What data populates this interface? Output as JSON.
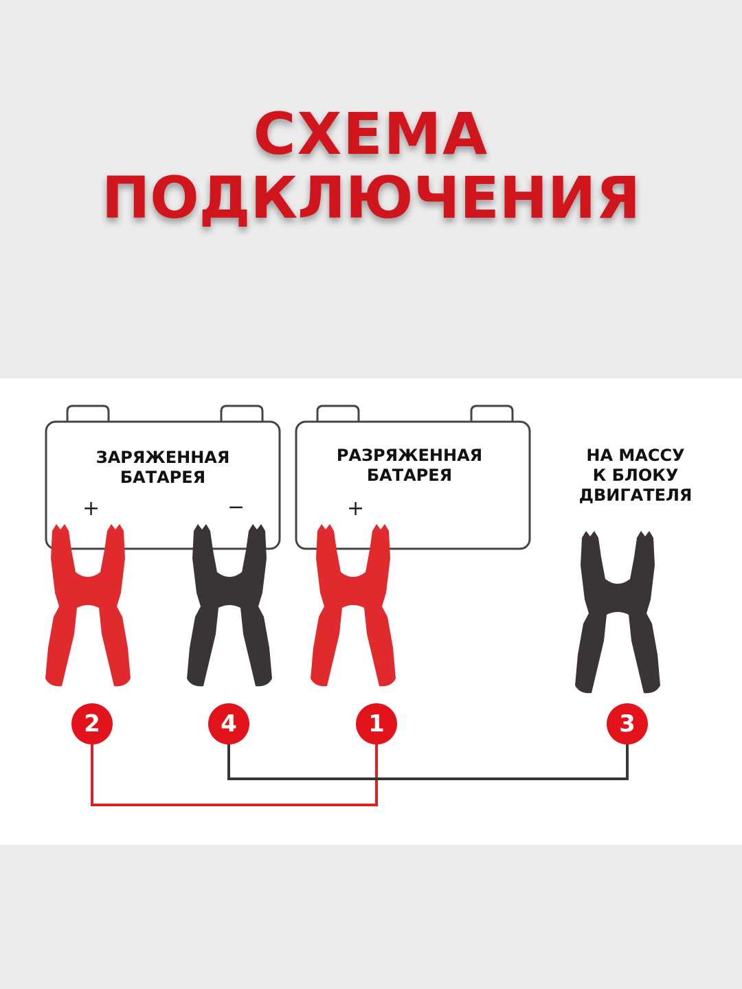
{
  "title": {
    "line1": "СХЕМА",
    "line2": "ПОДКЛЮЧЕНИЯ"
  },
  "colors": {
    "title_red": "#d0161c",
    "clamp_red": "#e02a2e",
    "clamp_black": "#3a3435",
    "wire_red": "#d8222a",
    "wire_black": "#3a3435",
    "badge_red": "#e2131b"
  },
  "diagram": {
    "charged_battery": {
      "label_line1": "ЗАРЯЖЕННАЯ",
      "label_line2": "БАТАРЕЯ",
      "plus": "+",
      "minus": "−"
    },
    "discharged_battery": {
      "label_line1": "РАЗРЯЖЕННАЯ",
      "label_line2": "БАТАРЕЯ",
      "plus": "+"
    },
    "ground": {
      "label_line1": "НА МАССУ",
      "label_line2": "К БЛОКУ",
      "label_line3": "ДВИГАТЕЛЯ"
    },
    "steps": {
      "charged_plus": "2",
      "charged_minus": "4",
      "discharged_plus": "1",
      "ground": "3"
    }
  }
}
